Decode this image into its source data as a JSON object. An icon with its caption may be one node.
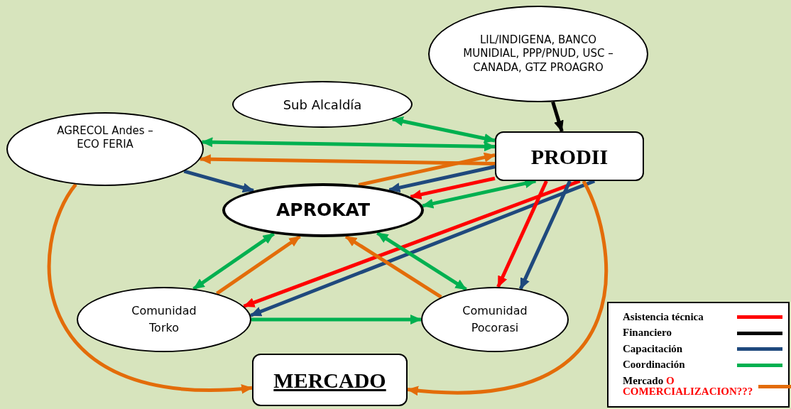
{
  "diagram": {
    "nodes": [
      {
        "text": [
          "LIL/INDIGENA, BANCO MUNIDIAL, PPP/PNUD, USC – CANADA, GTZ PROAGRO"
        ]
      },
      {
        "text": [
          "Sub Alcaldía"
        ]
      },
      {
        "text": [
          "AGRECOL Andes – ECO FERIA"
        ]
      },
      {
        "text": [
          "PRODII"
        ]
      },
      {
        "text": [
          "APROKAT"
        ]
      },
      {
        "text": [
          "Comunidad Torko"
        ]
      },
      {
        "text": [
          "Comunidad Pocorasi"
        ]
      },
      {
        "text": [
          "MERCADO"
        ]
      }
    ],
    "edges": [
      {
        "from": 0,
        "to": 3,
        "arrow": "to",
        "color": "#000000"
      },
      {
        "from": 1,
        "to": 3,
        "arrow": "both"
      },
      {
        "from": 3,
        "to": 2,
        "arrow": "both"
      },
      {
        "from": 3,
        "to": 2,
        "arrow": "to",
        "color": "#e36c09"
      },
      {
        "from": 2,
        "to": 4,
        "arrow": "to",
        "color": "#1f497d"
      },
      {
        "from": 4,
        "to": 3,
        "arrow": "to",
        "color": "#e36c09"
      },
      {
        "from": 3,
        "to": 4,
        "arrow": "to",
        "color": "#1f497d"
      },
      {
        "from": 3,
        "to": 4,
        "arrow": "to",
        "color": "#ff0000"
      },
      {
        "from": 4,
        "to": 3,
        "arrow": "both"
      },
      {
        "from": 3,
        "to": 5,
        "arrow": "to",
        "color": "#ff0000"
      },
      {
        "from": 3,
        "to": 5,
        "arrow": "to",
        "color": "#1f497d"
      },
      {
        "from": 3,
        "to": 6,
        "arrow": "to",
        "color": "#1f497d"
      },
      {
        "from": 3,
        "to": 6,
        "arrow": "to",
        "color": "#ff0000"
      },
      {
        "from": 3,
        "to": 7,
        "arrow": "to",
        "color": "#e36c09"
      },
      {
        "from": 2,
        "to": 7,
        "arrow": "to",
        "color": "#e36c09"
      },
      {
        "from": 5,
        "to": 4,
        "arrow": "both"
      },
      {
        "from": 5,
        "to": 4,
        "arrow": "to",
        "color": "#e36c09"
      },
      {
        "from": 6,
        "to": 4,
        "arrow": "to",
        "color": "#e36c09"
      },
      {
        "from": 4,
        "to": 6,
        "arrow": "both"
      },
      {
        "from": 5,
        "to": 6,
        "arrow": "to"
      }
    ],
    "legend": [
      {
        "text": "Asistencia técnica",
        "color": "#ff0000"
      },
      {
        "text": "Financiero",
        "color": "#000000"
      },
      {
        "text": "Capacitación",
        "color": "#1f497d"
      },
      {
        "text": "Coordinación",
        "color": "#00b050"
      },
      {
        "text": "Mercado *O COMERCIALIZACION???*",
        "color": "#e36c09"
      }
    ]
  }
}
